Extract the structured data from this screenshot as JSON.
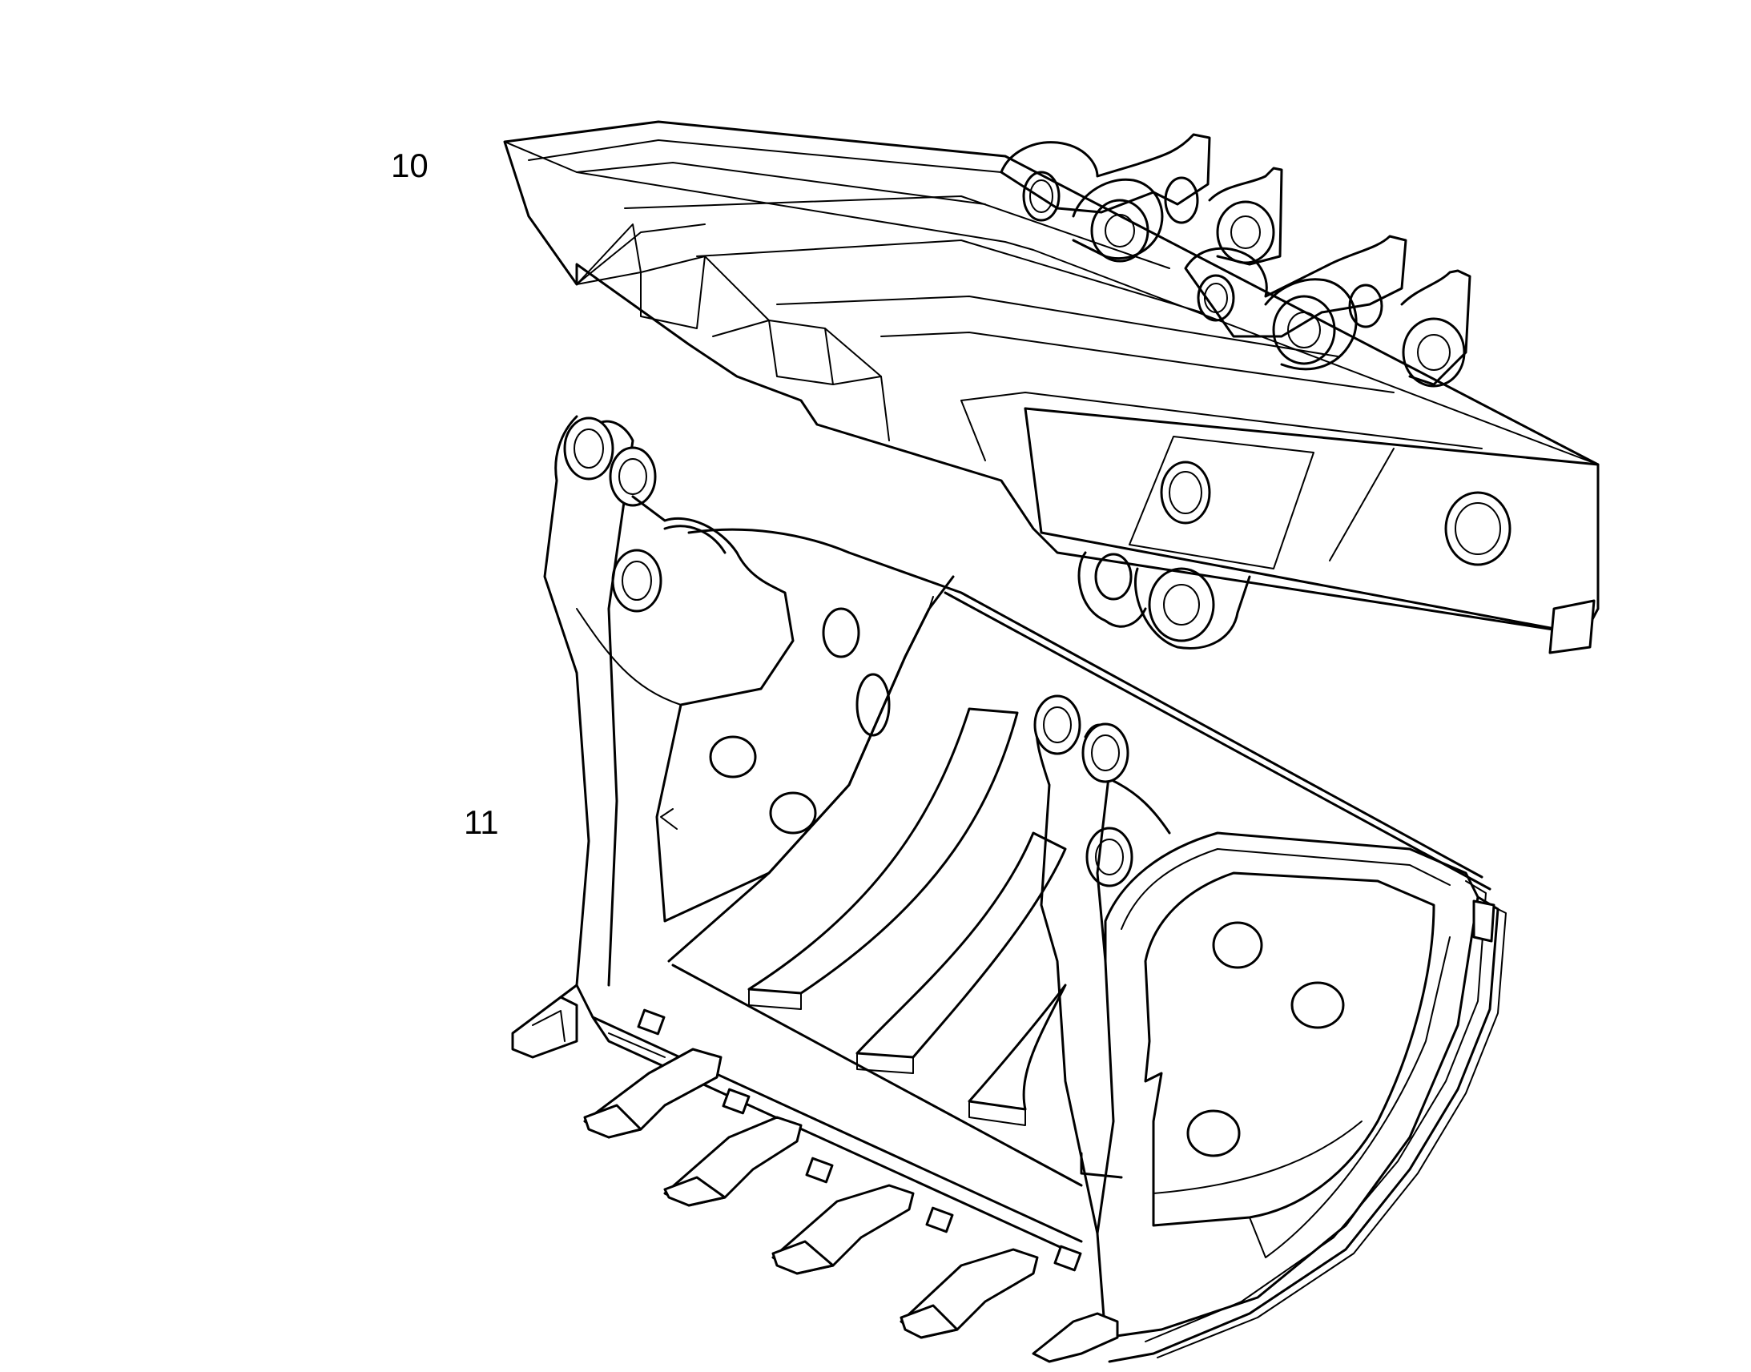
{
  "callouts": [
    {
      "id": "10",
      "label": "10",
      "part": "bucket-support-frame"
    },
    {
      "id": "11",
      "label": "11",
      "part": "bucket"
    }
  ],
  "colors": {
    "line": "#000000",
    "background": "#ffffff"
  }
}
